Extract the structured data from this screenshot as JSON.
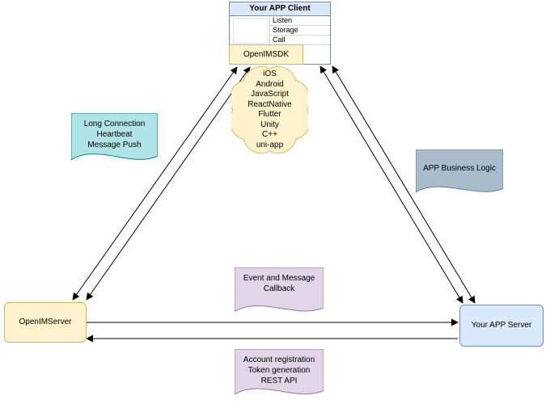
{
  "client": {
    "title": "Your APP Client",
    "interfaces": [
      "Listen",
      "Storage",
      "Call"
    ],
    "sdk_label": "OpenIMSDK"
  },
  "cloud": {
    "platforms": [
      "iOS",
      "Android",
      "JavaScript",
      "ReactNative",
      "Flutter",
      "Unity",
      "C++",
      "uni-app"
    ]
  },
  "notes": {
    "long_connection": [
      "Long Connection",
      "Heartbeat",
      "Message Push"
    ],
    "business_logic": [
      "APP Business Logic"
    ],
    "event_callback": [
      "Event and Message",
      "Callback"
    ],
    "rest_api": [
      "Account registration",
      "Token generation",
      "REST API"
    ]
  },
  "nodes": {
    "openim_server": "OpenIMServer",
    "app_server": "Your APP Server"
  },
  "colors": {
    "blue_fill": "#dae8fc",
    "blue_border": "#6c8ebf",
    "yellow_fill": "#fff2cc",
    "yellow_border": "#d6b656",
    "teal_fill": "#b0e3e6",
    "teal_border": "#0e8088",
    "gray_fill": "#a8bccc",
    "gray_border": "#667d8f",
    "purple_fill": "#e1d5e7",
    "purple_border": "#9673a6",
    "edge": "#000000"
  }
}
